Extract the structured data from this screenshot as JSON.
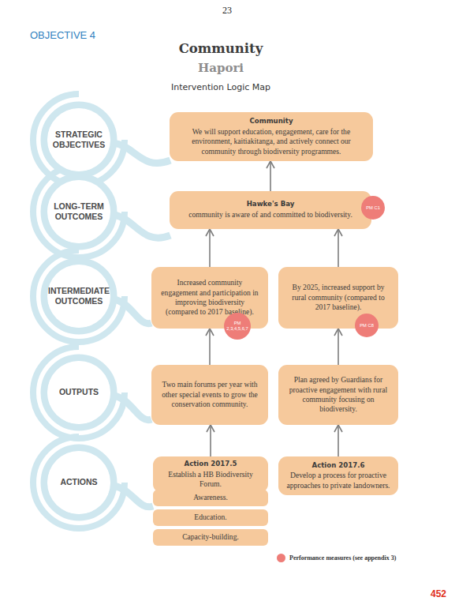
{
  "diagram": {
    "title": "Community",
    "nodes": [
      {
        "text": [
          "STRATEGIC OBJECTIVES"
        ]
      },
      {
        "text": [
          "Community",
          "We will support education, engagement, care for the environment, kaitiakitanga, and actively connect our community through biodiversity programmes."
        ]
      },
      {
        "text": [
          "LONG-TERM OUTCOMES"
        ]
      },
      {
        "text": [
          "Hawke's Bay",
          "community is aware of and committed to biodiversity."
        ]
      },
      {
        "text": [
          "PM C1"
        ]
      },
      {
        "text": [
          "INTERMEDIATE OUTCOMES"
        ]
      },
      {
        "text": [
          "Increased community engagement and participation in improving biodiversity (compared to 2017 baseline)."
        ]
      },
      {
        "text": [
          "By 2025, increased support by rural community (compared to 2017 baseline)."
        ]
      },
      {
        "text": [
          "PM 2,3,4,5,6,7"
        ]
      },
      {
        "text": [
          "PM C8"
        ]
      },
      {
        "text": [
          "OUTPUTS"
        ]
      },
      {
        "text": [
          "Two main forums per year with other special events to grow the conservation community."
        ]
      },
      {
        "text": [
          "Plan agreed by Guardians for proactive engagement with rural community focusing on biodiversity."
        ]
      },
      {
        "text": [
          "ACTIONS"
        ]
      },
      {
        "text": [
          "Action 2017.5",
          "Establish a HB Biodiversity Forum."
        ]
      },
      {
        "text": [
          "Awareness."
        ]
      },
      {
        "text": [
          "Education."
        ]
      },
      {
        "text": [
          "Capacity-building."
        ]
      },
      {
        "text": [
          "Action 2017.6",
          "Develop a process for proactive approaches to private landowners."
        ]
      }
    ],
    "edges": [
      {
        "from": 14,
        "to": 11,
        "arrow": "to"
      },
      {
        "from": 18,
        "to": 12,
        "arrow": "to"
      },
      {
        "from": 11,
        "to": 6,
        "arrow": "to"
      },
      {
        "from": 12,
        "to": 7,
        "arrow": "to"
      },
      {
        "from": 6,
        "to": 3,
        "arrow": "to"
      },
      {
        "from": 7,
        "to": 3,
        "arrow": "to"
      },
      {
        "from": 3,
        "to": 1,
        "arrow": "to"
      }
    ],
    "labels": [
      "23",
      "OBJECTIVE 4",
      "Hapori",
      "Intervention Logic Map",
      "452"
    ],
    "legend": [
      {
        "text": "Performance measures (see appendix 3)",
        "color": "#ee7d78"
      }
    ]
  }
}
